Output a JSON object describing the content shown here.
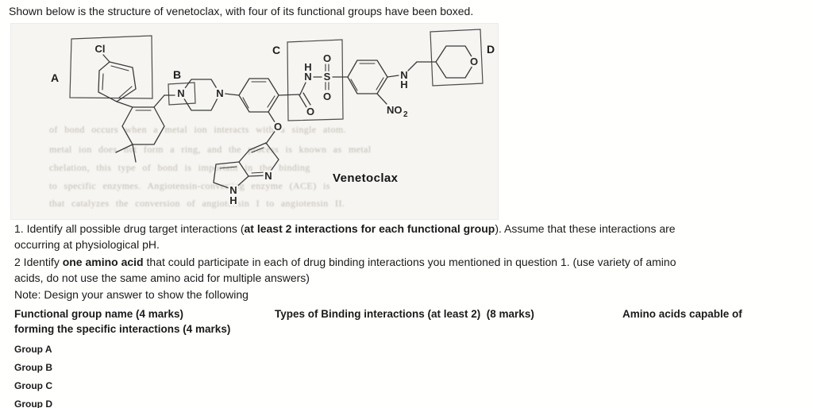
{
  "intro": "Shown below is the structure of venetoclax, with four of its functional groups have been boxed.",
  "figure": {
    "compound_name": "Venetoclax",
    "boxes": {
      "a": "A",
      "b": "B",
      "c": "C",
      "d": "D"
    },
    "atoms": {
      "cl": "Cl",
      "n": "N",
      "h": "H",
      "o": "O",
      "s": "S",
      "no": "NO",
      "sub2": "2"
    }
  },
  "bleedthrough": [
    "of bond occurs when a metal ion interacts with a single atom.",
    "metal ion does not form a ring, and the process is known as metal",
    "chelation, this type of bond is important in the binding",
    "to specific enzymes. Angiotensin-converting enzyme (ACE) is",
    "that catalyzes the conversion of angiotensin I to angiotensin II."
  ],
  "questions": {
    "q1_l1a": "1. Identify all possible drug target interactions (",
    "q1_l1b": "at least 2 interactions for each functional group",
    "q1_l1c": "). Assume that these interactions are",
    "q1_l2": "occurring at physiological pH.",
    "q2_l1a": "2 Identify ",
    "q2_l1b": "one amino acid",
    "q2_l1c": " that could participate in each of drug binding interactions you mentioned in question 1. (use variety of amino",
    "q2_l2": "acids, do not use the same amino acid for multiple answers)",
    "note": "Note: Design your answer to show the following"
  },
  "answer_header": {
    "col1": "Functional group name (4 marks)",
    "col2": "Types of Binding interactions (at least 2)  (8 marks)",
    "col3": "Amino acids capable of",
    "line2": "forming the specific interactions (4 marks)"
  },
  "groups": [
    "Group A",
    "Group B",
    "Group C",
    "Group D"
  ]
}
